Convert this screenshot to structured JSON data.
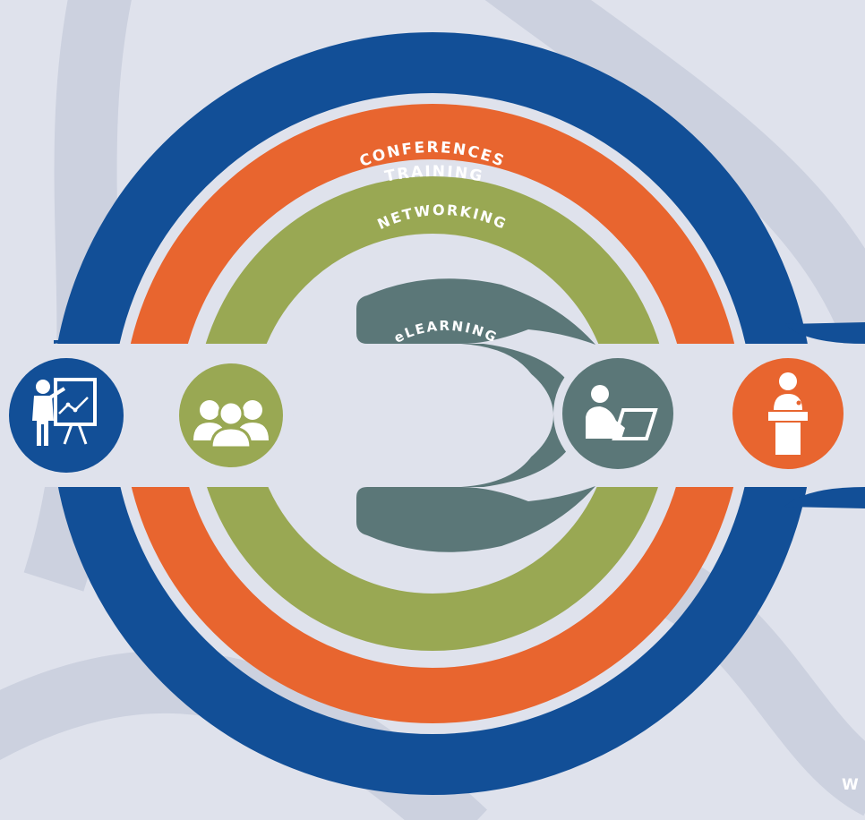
{
  "rings": {
    "training": {
      "label": "TRAINING",
      "color": "#124f97"
    },
    "conferences": {
      "label": "CONFERENCES",
      "color": "#e8652f"
    },
    "networking": {
      "label": "NETWORKING",
      "color": "#99a853"
    },
    "elearning": {
      "label": "eLEARNING",
      "color": "#5b7778"
    }
  },
  "icons": [
    {
      "name": "trainer-presentation-icon",
      "color": "#124f97"
    },
    {
      "name": "people-group-icon",
      "color": "#99a853"
    },
    {
      "name": "person-laptop-icon",
      "color": "#5b7778"
    },
    {
      "name": "speaker-podium-icon",
      "color": "#e8652f"
    }
  ],
  "background": {
    "color": "#dfe2ec",
    "swirl_color": "#ccd1df"
  },
  "watermark": "W"
}
